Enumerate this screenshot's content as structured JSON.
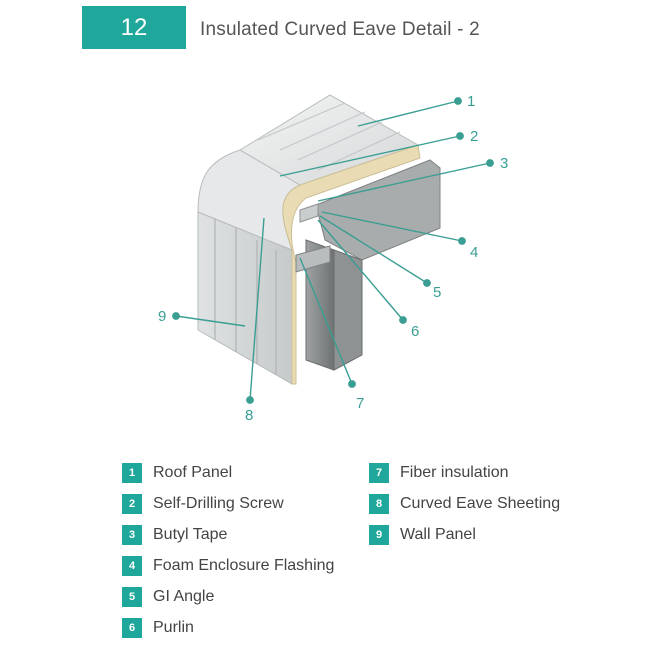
{
  "header": {
    "number": "12",
    "title": "Insulated Curved Eave Detail - 2"
  },
  "callouts": [
    "1",
    "2",
    "3",
    "4",
    "5",
    "6",
    "7",
    "8",
    "9"
  ],
  "legend": {
    "left": [
      {
        "num": "1",
        "label": "Roof Panel"
      },
      {
        "num": "2",
        "label": "Self-Drilling Screw"
      },
      {
        "num": "3",
        "label": "Butyl Tape"
      },
      {
        "num": "4",
        "label": "Foam Enclosure Flashing"
      },
      {
        "num": "5",
        "label": "GI Angle"
      },
      {
        "num": "6",
        "label": "Purlin"
      }
    ],
    "right": [
      {
        "num": "7",
        "label": "Fiber insulation"
      },
      {
        "num": "8",
        "label": "Curved Eave Sheeting"
      },
      {
        "num": "9",
        "label": "Wall Panel"
      }
    ]
  },
  "colors": {
    "accent": "#1ea79a",
    "callout_line": "#3a9e93"
  }
}
